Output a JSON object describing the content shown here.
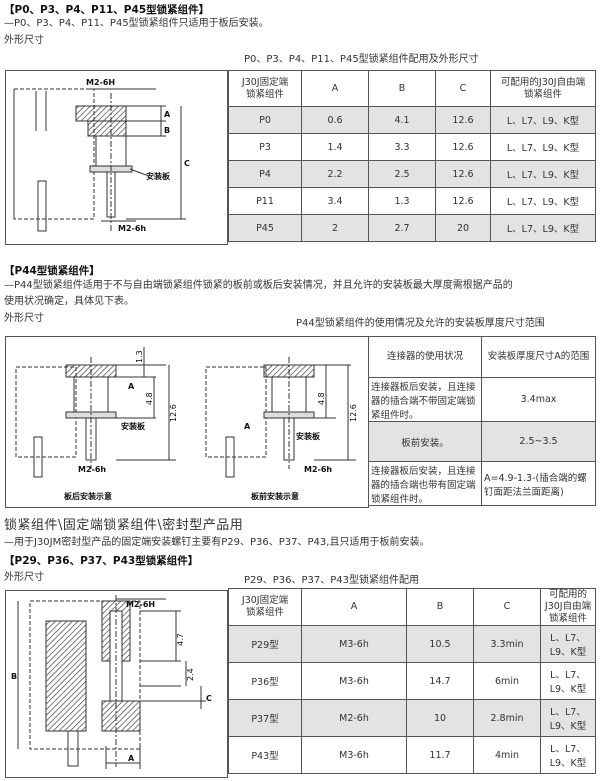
{
  "sec1": {
    "title": "【P0、P3、P4、P11、P45型锁紧组件】",
    "desc": "—P0、P3、P4、P11、P45型锁紧组件只适用于板后安装。",
    "outline": "外形尺寸",
    "table_caption": "P0、P3、P4、P11、P45型锁紧组件配用及外形尺寸",
    "headers": [
      "J30J固定端\n锁紧组件",
      "A",
      "B",
      "C",
      "可配用的J30J自由端\n锁紧组件"
    ],
    "rows": [
      [
        "P0",
        "0.6",
        "4.1",
        "12.6",
        "L、L7、L9、K型"
      ],
      [
        "P3",
        "1.4",
        "3.3",
        "12.6",
        "L、L7、L9、K型"
      ],
      [
        "P4",
        "2.2",
        "2.5",
        "12.6",
        "L、L7、L9、K型"
      ],
      [
        "P11",
        "3.4",
        "1.3",
        "12.6",
        "L、L7、L9、K型"
      ],
      [
        "P45",
        "2",
        "2.7",
        "20",
        "L、L7、L9、K型"
      ]
    ],
    "fig": {
      "m2h": "M2-6H",
      "m2h_low": "M2-6h",
      "plate": "安装板",
      "A": "A",
      "B": "B",
      "C": "C"
    }
  },
  "sec2": {
    "title": "【P44型锁紧组件】",
    "desc1": "—P44型锁紧组件适用于不与自由端锁紧组件锁紧的板前或板后安装情况，并且允许的安装板最大厚度需根据产品的",
    "desc2": "使用状况确定，具体见下表。",
    "outline": "外形尺寸",
    "table_caption": "P44型锁紧组件的使用情况及允许的安装板厚度尺寸范围",
    "headers": [
      "连接器的使用状况",
      "安装板厚度尺寸A的范围"
    ],
    "rows": [
      [
        "连接器板后安装，且连接器的插合端不带固定端锁紧组件时。",
        "3.4max"
      ],
      [
        "板前安装。",
        "2.5~3.5"
      ],
      [
        "连接器板后安装，且连接器的插合端也带有固定端锁紧组件时。",
        "A=4.9-1.3-(插合端的螺钉面距法兰面距离)"
      ]
    ],
    "fig": {
      "d13": "1.3",
      "d48": "4.8",
      "d126": "12.6",
      "A": "A",
      "plate": "安装板",
      "m2h": "M2-6h",
      "caption_left": "板后安装示意",
      "caption_right": "板前安装示意"
    }
  },
  "sec3": {
    "heading": "锁紧组件\\固定端锁紧组件\\密封型产品用",
    "desc": "—用于J30JM密封型产品的固定端安装螺钉主要有P29、P36、P37、P43,且只适用于板前安装。",
    "title": "【P29、P36、P37、P43型锁紧组件】",
    "outline": "外形尺寸",
    "table_caption": "P29、P36、P37、P43型锁紧组件配用",
    "headers": [
      "J30J固定端\n锁紧组件",
      "A",
      "B",
      "C",
      "可配用的J30J自由端\n锁紧组件"
    ],
    "rows": [
      [
        "P29型",
        "M3-6h",
        "10.5",
        "3.3min",
        "L、L7、L9、K型"
      ],
      [
        "P36型",
        "M3-6h",
        "14.7",
        "6min",
        "L、L7、L9、K型"
      ],
      [
        "P37型",
        "M2-6h",
        "10",
        "2.8min",
        "L、L7、L9、K型"
      ],
      [
        "P43型",
        "M3-6h",
        "11.7",
        "4min",
        "L、L7、L9、K型"
      ]
    ],
    "fig": {
      "m2h": "M2-6H",
      "d47": "4.7",
      "d24": "2.4",
      "B": "B",
      "C": "C",
      "A": "A"
    }
  },
  "colors": {
    "shade": "#e3e3e3",
    "hatch": "#333333",
    "line": "#555555"
  }
}
